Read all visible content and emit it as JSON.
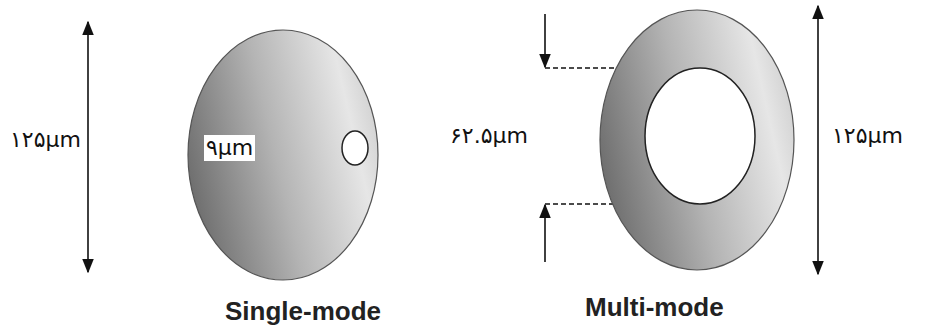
{
  "diagram": {
    "nodes": [
      {
        "text": [
          "Single-mode"
        ]
      },
      {
        "text": [
          "Multi-mode"
        ]
      }
    ],
    "labels": [
      "۱۲۵μm",
      "۹μm",
      "۶۲.۵μm",
      "۱۲۵μm"
    ]
  }
}
